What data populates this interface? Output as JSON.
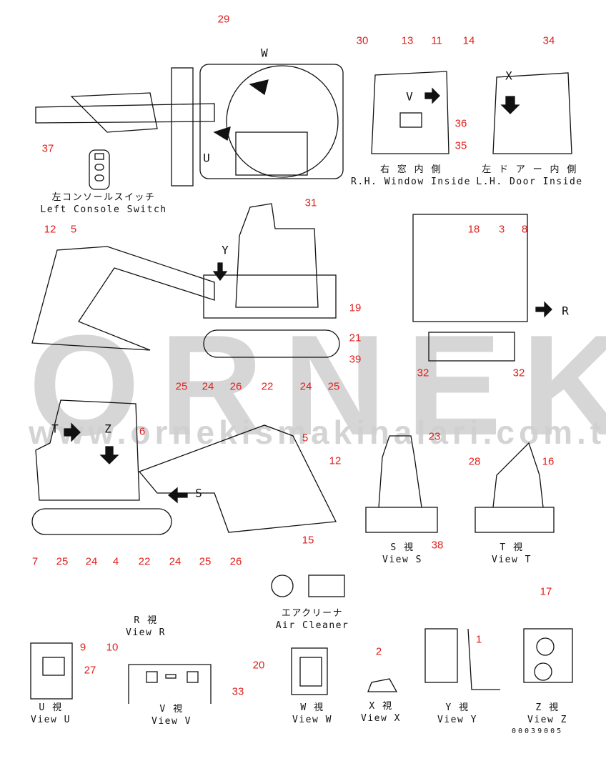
{
  "watermark": {
    "brand": "ORNEK",
    "url": "www.ornekismakinalari.com.tr"
  },
  "callouts": [
    "29",
    "30",
    "13",
    "11",
    "14",
    "34",
    "36",
    "35",
    "37",
    "31",
    "12",
    "5",
    "18",
    "3",
    "8",
    "19",
    "21",
    "39",
    "25",
    "24",
    "26",
    "22",
    "24",
    "25",
    "32",
    "32",
    "6",
    "5",
    "23",
    "12",
    "28",
    "16",
    "15",
    "38",
    "7",
    "25",
    "24",
    "4",
    "22",
    "24",
    "25",
    "26",
    "17",
    "9",
    "10",
    "27",
    "20",
    "2",
    "1",
    "33"
  ],
  "view_letters": [
    "W",
    "V",
    "X",
    "Y",
    "U",
    "T",
    "Z",
    "S",
    "R"
  ],
  "captions": {
    "rh_window": {
      "jp": "右 窓 内 側",
      "en": "R.H. Window Inside"
    },
    "lh_door": {
      "jp": "左 ド ア ー 内 側",
      "en": "L.H. Door Inside"
    },
    "left_console": {
      "jp": "左コンソールスイッチ",
      "en": "Left Console Switch"
    },
    "view_s": {
      "jp": "S 視",
      "en": "View S"
    },
    "view_t": {
      "jp": "T 視",
      "en": "View T"
    },
    "air_cleaner": {
      "jp": "エアクリーナ",
      "en": "Air Cleaner"
    },
    "view_r": {
      "jp": "R 視",
      "en": "View R"
    },
    "view_u": {
      "jp": "U 視",
      "en": "View U"
    },
    "view_v": {
      "jp": "V 視",
      "en": "View V"
    },
    "view_w": {
      "jp": "W 視",
      "en": "View W"
    },
    "view_x": {
      "jp": "X 視",
      "en": "View X"
    },
    "view_y": {
      "jp": "Y 視",
      "en": "View Y"
    },
    "view_z": {
      "jp": "Z 視",
      "en": "View Z"
    }
  },
  "drawing_code": "00039005",
  "colors": {
    "callout": "#e0201e",
    "line": "#111111",
    "watermark": "#d0d0d0"
  }
}
